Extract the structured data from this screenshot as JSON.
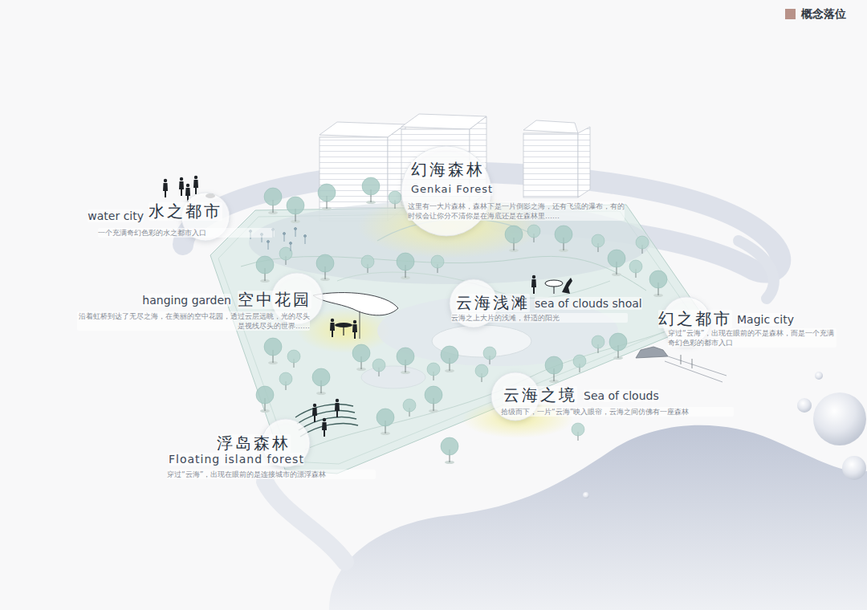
{
  "diagram": {
    "title": "概念落位",
    "nodes": [
      {
        "text": [
          "幻海森林",
          "Genkai Forest",
          "这里有一大片森林，森林下是一片倒影之海，还有飞流的瀑布，有的时候会让你分不清你是在海底还是在森林里……"
        ]
      },
      {
        "text": [
          "water city",
          "水之都市",
          "一个充满奇幻色彩的水之都市入口"
        ]
      },
      {
        "text": [
          "hanging garden",
          "空中花园",
          "沿着虹桥到达了无尽之海，在美丽的空中花园，透过云层远眺，光的尽头是视线尽头的世界……"
        ]
      },
      {
        "text": [
          "云海浅滩",
          "sea of clouds shoal",
          "云海之上大片的浅滩，舒适的阳光"
        ]
      },
      {
        "text": [
          "幻之都市",
          "Magic city",
          "穿过“云海”，出现在眼前的不是森林，而是一个充满奇幻色彩的都市入口"
        ]
      },
      {
        "text": [
          "云海之境",
          "Sea of clouds",
          "拾级而下，一片“云海”映入眼帘，云海之间仿佛有一座森林"
        ]
      },
      {
        "text": [
          "浮岛森林",
          "Floating island forest",
          "穿过“云海”，出现在眼前的是连接城市的漂浮森林"
        ]
      }
    ]
  }
}
